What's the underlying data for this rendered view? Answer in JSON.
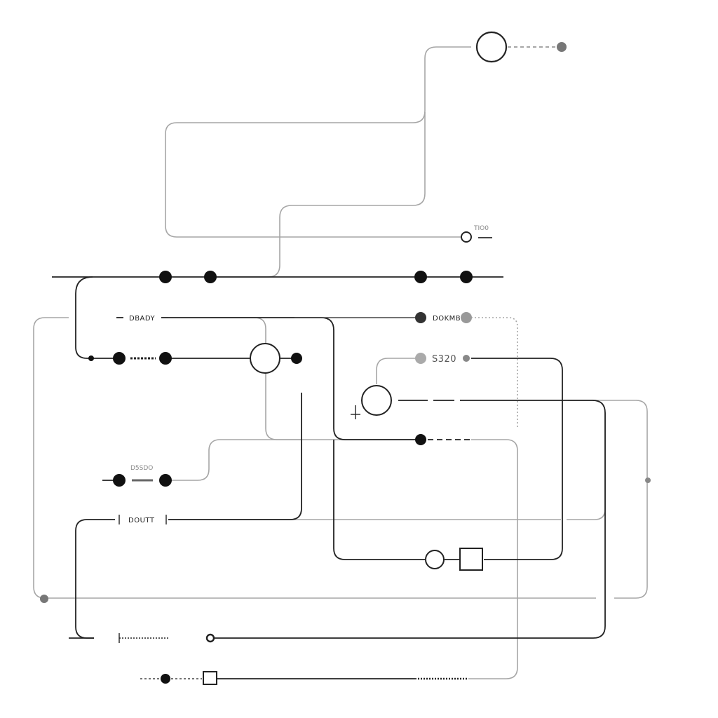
{
  "labels": {
    "top_right": "TIO0",
    "dbady": "DBADY",
    "dokmb": "DOKMB",
    "s320": "S320",
    "d5sdo": "D5SDO",
    "dout": "DOUTT"
  },
  "colors": {
    "line_dark": "#222222",
    "line_mid": "#444444",
    "line_light": "#a6a6a6",
    "node_black": "#111111",
    "node_grey": "#888888",
    "node_light": "#aaaaaa"
  }
}
